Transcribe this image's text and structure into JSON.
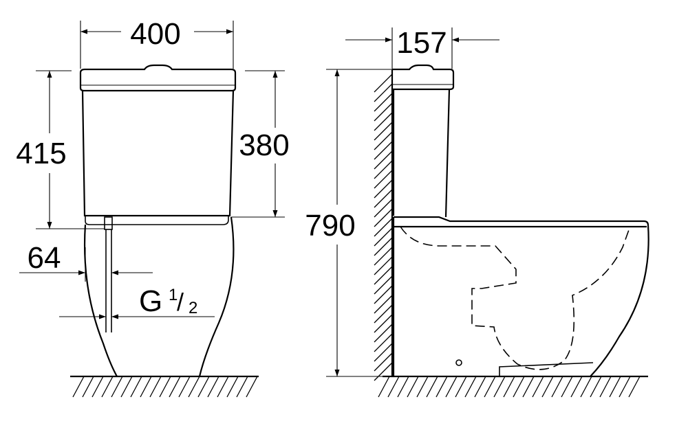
{
  "front_view": {
    "width_label": "400",
    "total_height_label": "415",
    "tank_height_label": "380",
    "inlet_offset_label": "64",
    "thread_label": "G",
    "thread_num": "1",
    "thread_den": "2"
  },
  "side_view": {
    "depth_label": "157",
    "height_label": "790"
  }
}
